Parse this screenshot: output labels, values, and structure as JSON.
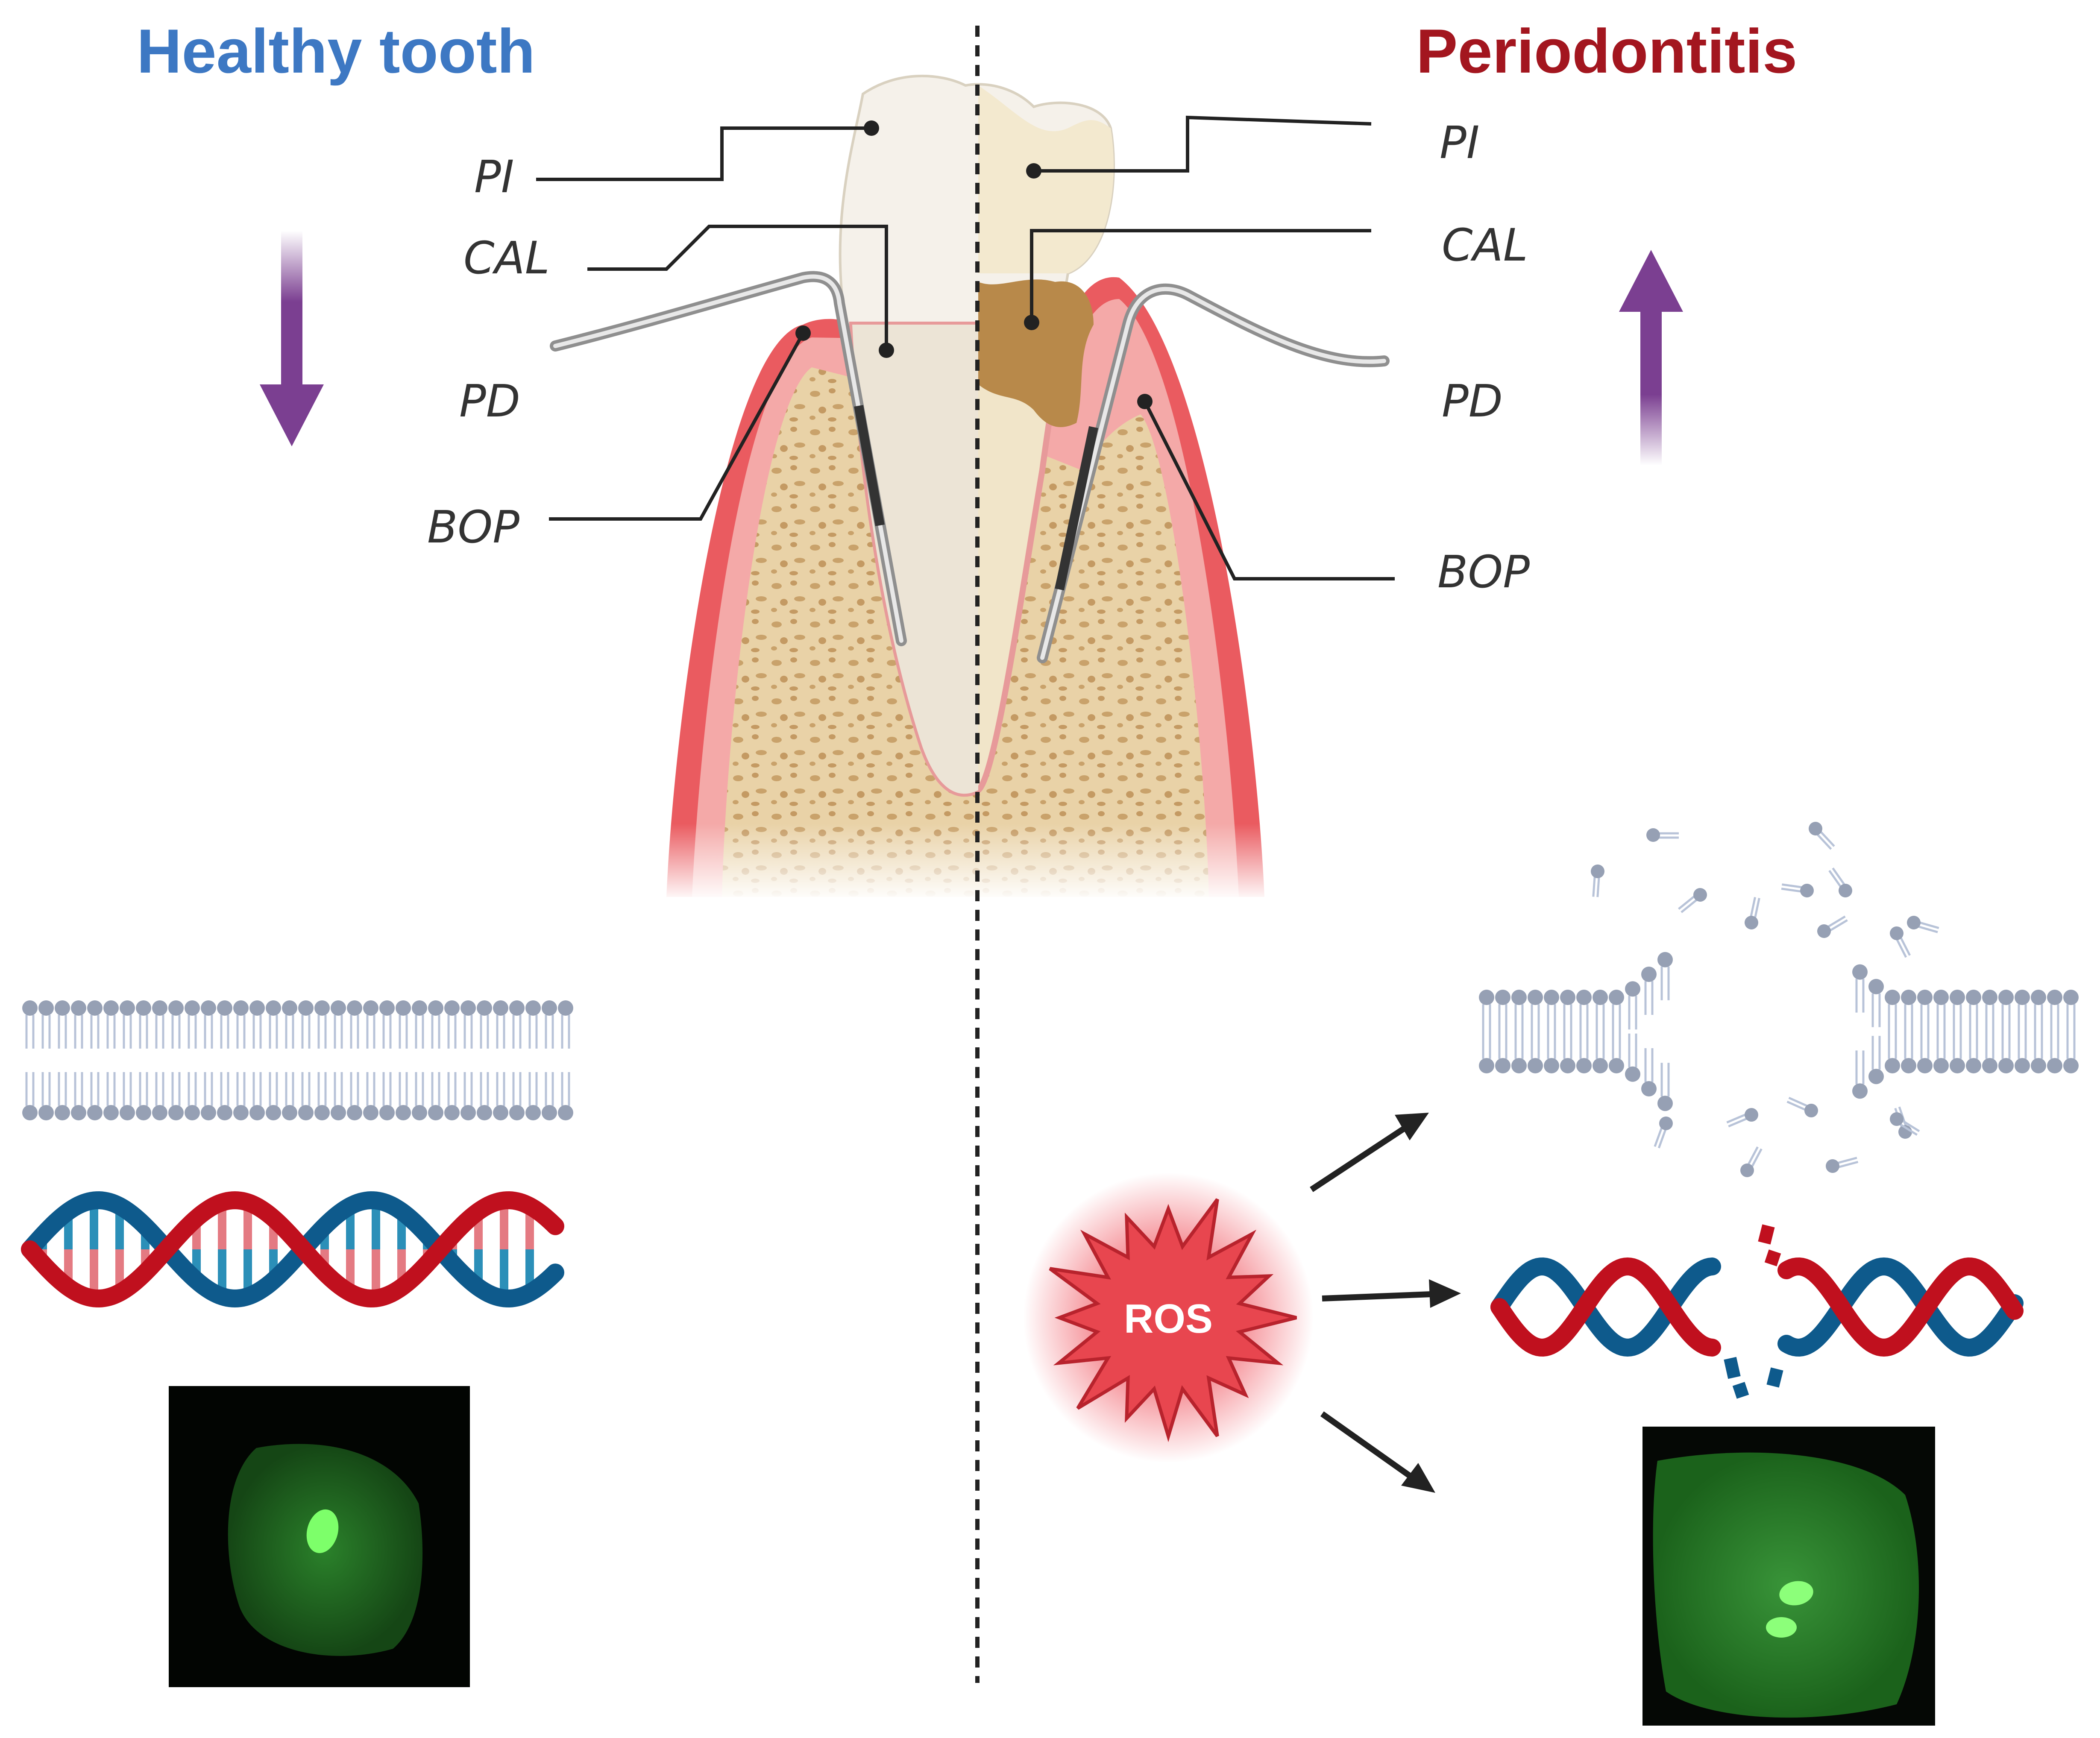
{
  "titles": {
    "healthy": "Healthy tooth",
    "disease": "Periodontitis"
  },
  "left_labels": [
    "PI",
    "CAL",
    "PD",
    "BOP"
  ],
  "right_labels": [
    "PI",
    "CAL",
    "PD",
    "BOP"
  ],
  "ros_label": "ROS",
  "colors": {
    "healthy_title": "#3d78c3",
    "disease_title": "#a3161f",
    "trend_arrow": "#7b3f91",
    "gum": "#e8575d",
    "bone": "#e7cfa4",
    "tooth": "#f4ede0",
    "calculus": "#b58a45",
    "membrane": "#96a0b4",
    "dna_red": "#c0101e",
    "dna_blue": "#0e5a8c",
    "ros_star": "#e8464f",
    "cell_fluorescence": "#1f8f1f"
  },
  "trend": {
    "healthy": "down",
    "periodontitis": "up"
  },
  "icons": [
    "tooth-cross-section",
    "periodontal-probe",
    "lipid-bilayer-icon",
    "dna-double-helix-icon",
    "ros-burst-icon",
    "fluorescent-cell-micrograph"
  ]
}
